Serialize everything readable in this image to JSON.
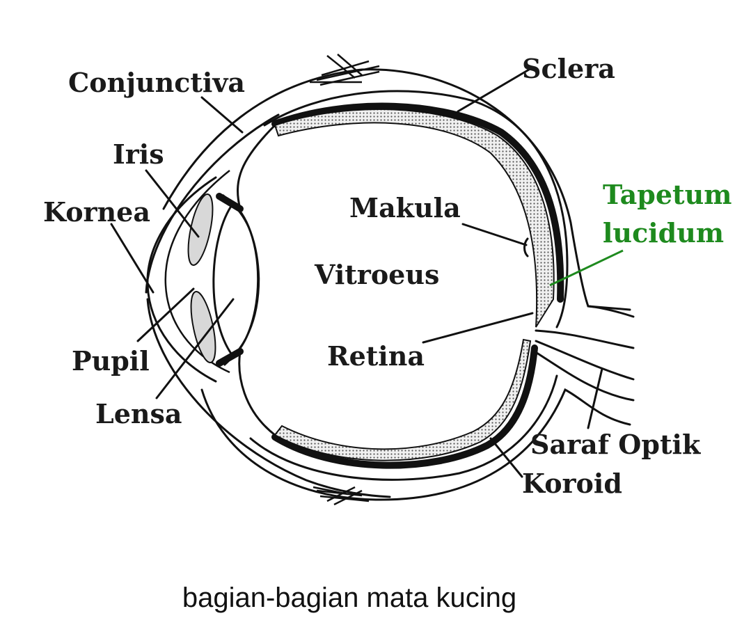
{
  "labels": {
    "conjunctiva": "Conjunctiva",
    "sclera": "Sclera",
    "iris": "Iris",
    "kornea": "Kornea",
    "makula": "Makula",
    "tapetum_line1": "Tapetum",
    "tapetum_line2": "lucidum",
    "vitroeus": "Vitroeus",
    "pupil": "Pupil",
    "retina": "Retina",
    "lensa": "Lensa",
    "saraf_optik": "Saraf Optik",
    "koroid": "Koroid"
  },
  "caption": "bagian-bagian mata kucing",
  "colors": {
    "tapetum_label": "#1e8a1e",
    "line": "#111111"
  }
}
